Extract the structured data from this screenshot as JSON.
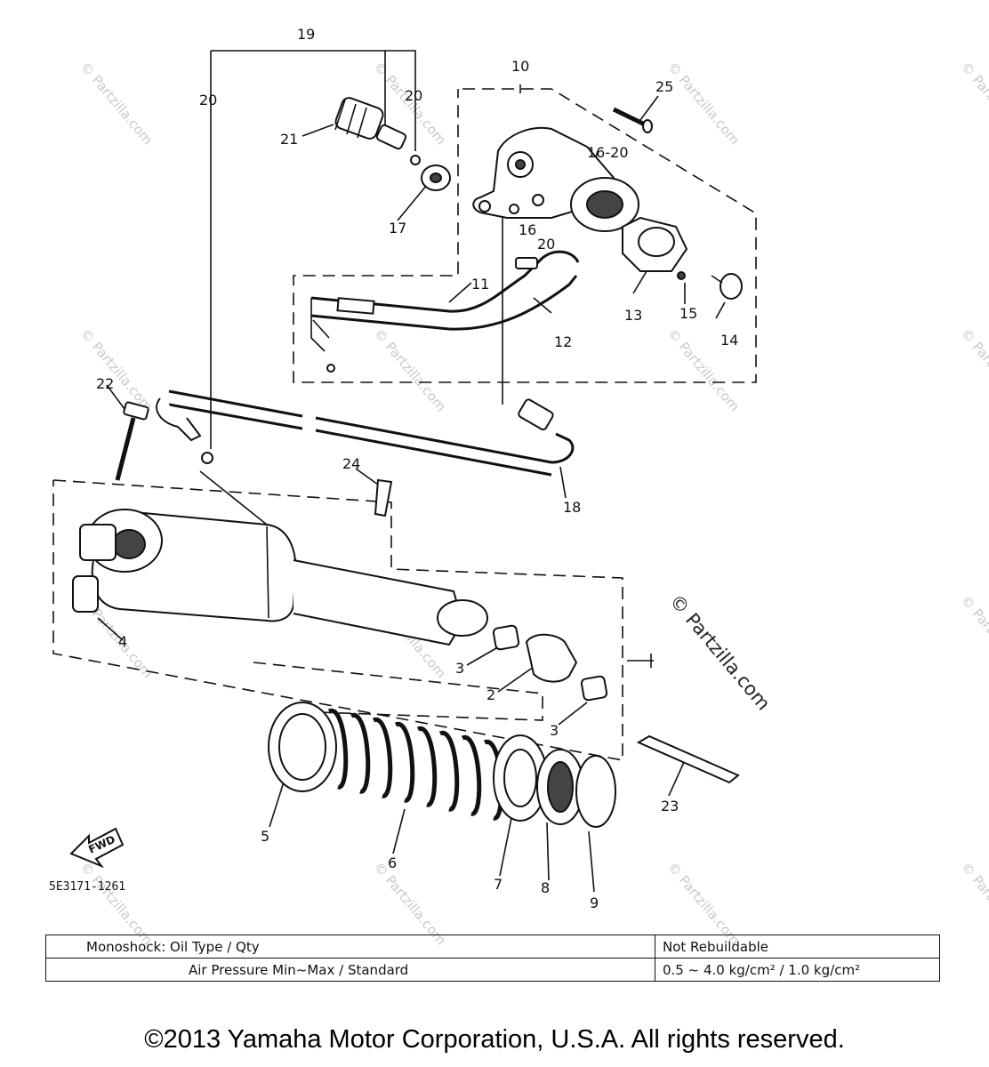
{
  "callouts": [
    "19",
    "20",
    "20",
    "10",
    "25",
    "21",
    "16-20",
    "17",
    "16",
    "20",
    "11",
    "12",
    "13",
    "15",
    "14",
    "22",
    "24",
    "18",
    "4",
    "3",
    "2",
    "3",
    "5",
    "6",
    "7",
    "8",
    "9",
    "23"
  ],
  "watermark": {
    "small": "© Partzilla.com",
    "large": "© Partzilla.com"
  },
  "fwd_label": "FWD",
  "drawing_code": "5E3171-1261",
  "spec_table": {
    "rows": [
      {
        "label": "Monoshock: Oil Type / Qty",
        "value": "Not Rebuildable"
      },
      {
        "label": "Air Pressure Min~Max / Standard",
        "value": "0.5 ~ 4.0 kg/cm² / 1.0 kg/cm²"
      }
    ]
  },
  "copyright": "©2013 Yamaha Motor Corporation, U.S.A. All rights reserved."
}
